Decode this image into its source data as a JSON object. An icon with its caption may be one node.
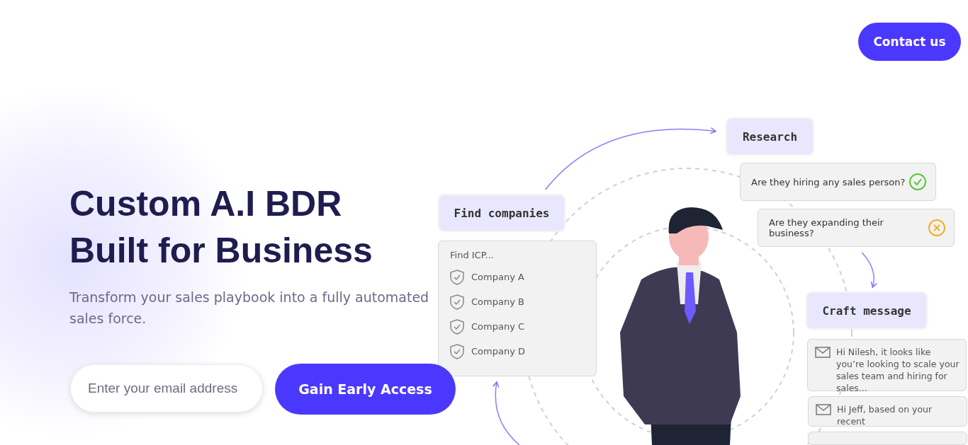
{
  "diagram": {
    "title": "Custom A.I BDR Built for Business",
    "nodes": [
      {
        "text": [
          "Find companies"
        ]
      },
      {
        "text": [
          "Find ICP...",
          "Company A",
          "Company B",
          "Company C",
          "Company D"
        ]
      },
      {
        "text": [
          "Research"
        ]
      },
      {
        "text": [
          "Are they hiring any sales person?"
        ]
      },
      {
        "text": [
          "Are they expanding their business?"
        ]
      },
      {
        "text": [
          "Craft message"
        ]
      },
      {
        "text": [
          "Hi Nilesh, it looks like you’re looking to scale your sales team and hiring for sales..."
        ]
      },
      {
        "text": [
          "Hi Jeff, based on your recent"
        ]
      },
      {
        "text": [],
        "shape": "box"
      }
    ],
    "edges": [
      {
        "from": 0,
        "to": 2,
        "arrow": "to"
      },
      {
        "from": 4,
        "to": 5,
        "arrow": "to"
      },
      {
        "from": null,
        "to": 1,
        "arrow": "to"
      }
    ],
    "labels": [
      "Contact us",
      "Transform your sales playbook into a fully automated sales force.",
      "Enter your email address",
      "Gain Early Access"
    ]
  }
}
